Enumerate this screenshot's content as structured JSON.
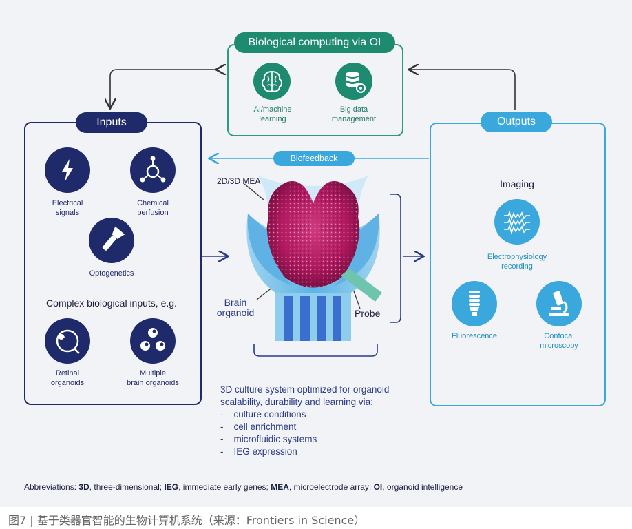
{
  "top_box": {
    "title": "Biological computing via OI",
    "items": [
      {
        "icon": "brain-icon",
        "label_line1": "AI/machine",
        "label_line2": "learning"
      },
      {
        "icon": "database-icon",
        "label_line1": "Big data",
        "label_line2": "management"
      }
    ]
  },
  "inputs": {
    "title": "Inputs",
    "items": [
      {
        "icon": "lightning-icon",
        "label_line1": "Electrical",
        "label_line2": "signals"
      },
      {
        "icon": "molecule-icon",
        "label_line1": "Chemical",
        "label_line2": "perfusion"
      },
      {
        "icon": "flashlight-icon",
        "label_line1": "Optogenetics",
        "label_line2": ""
      }
    ],
    "complex_heading": "Complex biological inputs, e.g.",
    "complex_items": [
      {
        "icon": "eye-icon",
        "label_line1": "Retinal",
        "label_line2": "organoids"
      },
      {
        "icon": "cells-icon",
        "label_line1": "Multiple",
        "label_line2": "brain organoids"
      }
    ]
  },
  "outputs": {
    "title": "Outputs",
    "imaging_heading": "Imaging",
    "items": [
      {
        "icon": "waveform-icon",
        "label_line1": "Electrophysiology",
        "label_line2": "recording"
      },
      {
        "icon": "lightbulb-icon",
        "label_line1": "Fluorescence",
        "label_line2": ""
      },
      {
        "icon": "microscope-icon",
        "label_line1": "Confocal",
        "label_line2": "microscopy"
      }
    ]
  },
  "center": {
    "biofeedback": "Biofeedback",
    "mea_label": "2D/3D MEA",
    "brain_label_line1": "Brain",
    "brain_label_line2": "organoid",
    "probe_label": "Probe",
    "culture_intro_line1": "3D culture system optimized for organoid",
    "culture_intro_line2": "scalability, durability and learning via:",
    "culture_items": [
      "culture conditions",
      "cell enrichment",
      "microfluidic systems",
      "IEG expression"
    ]
  },
  "abbreviations": {
    "prefix": "Abbreviations: ",
    "entries": [
      {
        "term": "3D",
        "definition": ", three-dimensional; "
      },
      {
        "term": "IEG",
        "definition": ", immediate early genes; "
      },
      {
        "term": "MEA",
        "definition": ", microelectrode array; "
      },
      {
        "term": "OI",
        "definition": ", organoid intelligence"
      }
    ]
  },
  "caption": "图7 | 基于类器官智能的生物计算机系统（来源：Frontiers in Science）",
  "colors": {
    "navy": "#1f2a6b",
    "teal": "#1e7a68",
    "sky": "#3aa8dc",
    "magenta": "#b0185f"
  }
}
